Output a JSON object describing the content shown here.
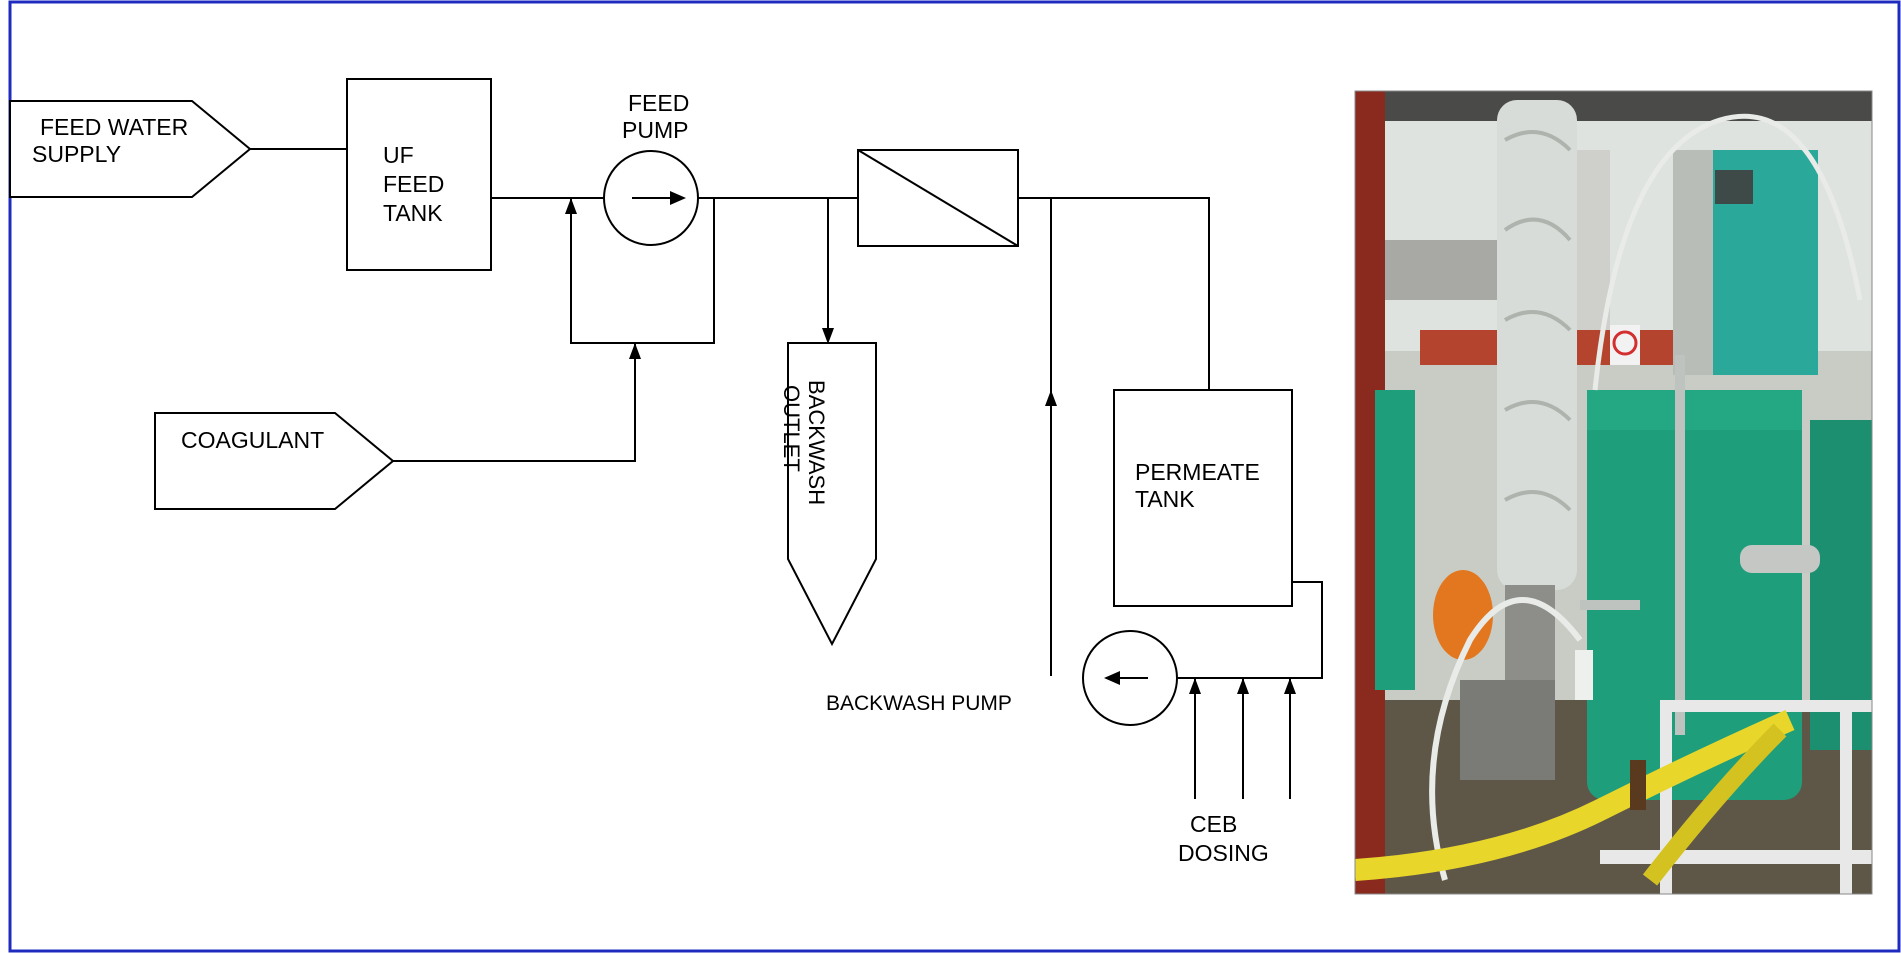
{
  "diagram": {
    "feed_water_supply": [
      "FEED WATER",
      "SUPPLY"
    ],
    "uf_feed_tank": [
      "UF",
      "FEED",
      "TANK"
    ],
    "feed_pump": [
      "FEED",
      "PUMP"
    ],
    "coagulant": "COAGULANT",
    "backwash_outlet": [
      "BACKWASH",
      "OUTLET"
    ],
    "permeate_tank": [
      "PERMEATE",
      "TANK"
    ],
    "backwash_pump": "BACKWASH PUMP",
    "ceb_dosing": [
      "CEB",
      "DOSING"
    ]
  },
  "photo": {
    "subject": "UF pilot plant with green tanks, membrane module wrapped in plastic, and control panel",
    "colors": {
      "tank_green": "#1f9e7c",
      "panel_teal": "#2aa89a",
      "hose_yellow": "#e8d62a",
      "rail_white": "#e8e8e8",
      "structure_red": "#8a2a1f"
    }
  },
  "colors": {
    "frame": "#1f2bbf",
    "stroke": "#000000"
  }
}
